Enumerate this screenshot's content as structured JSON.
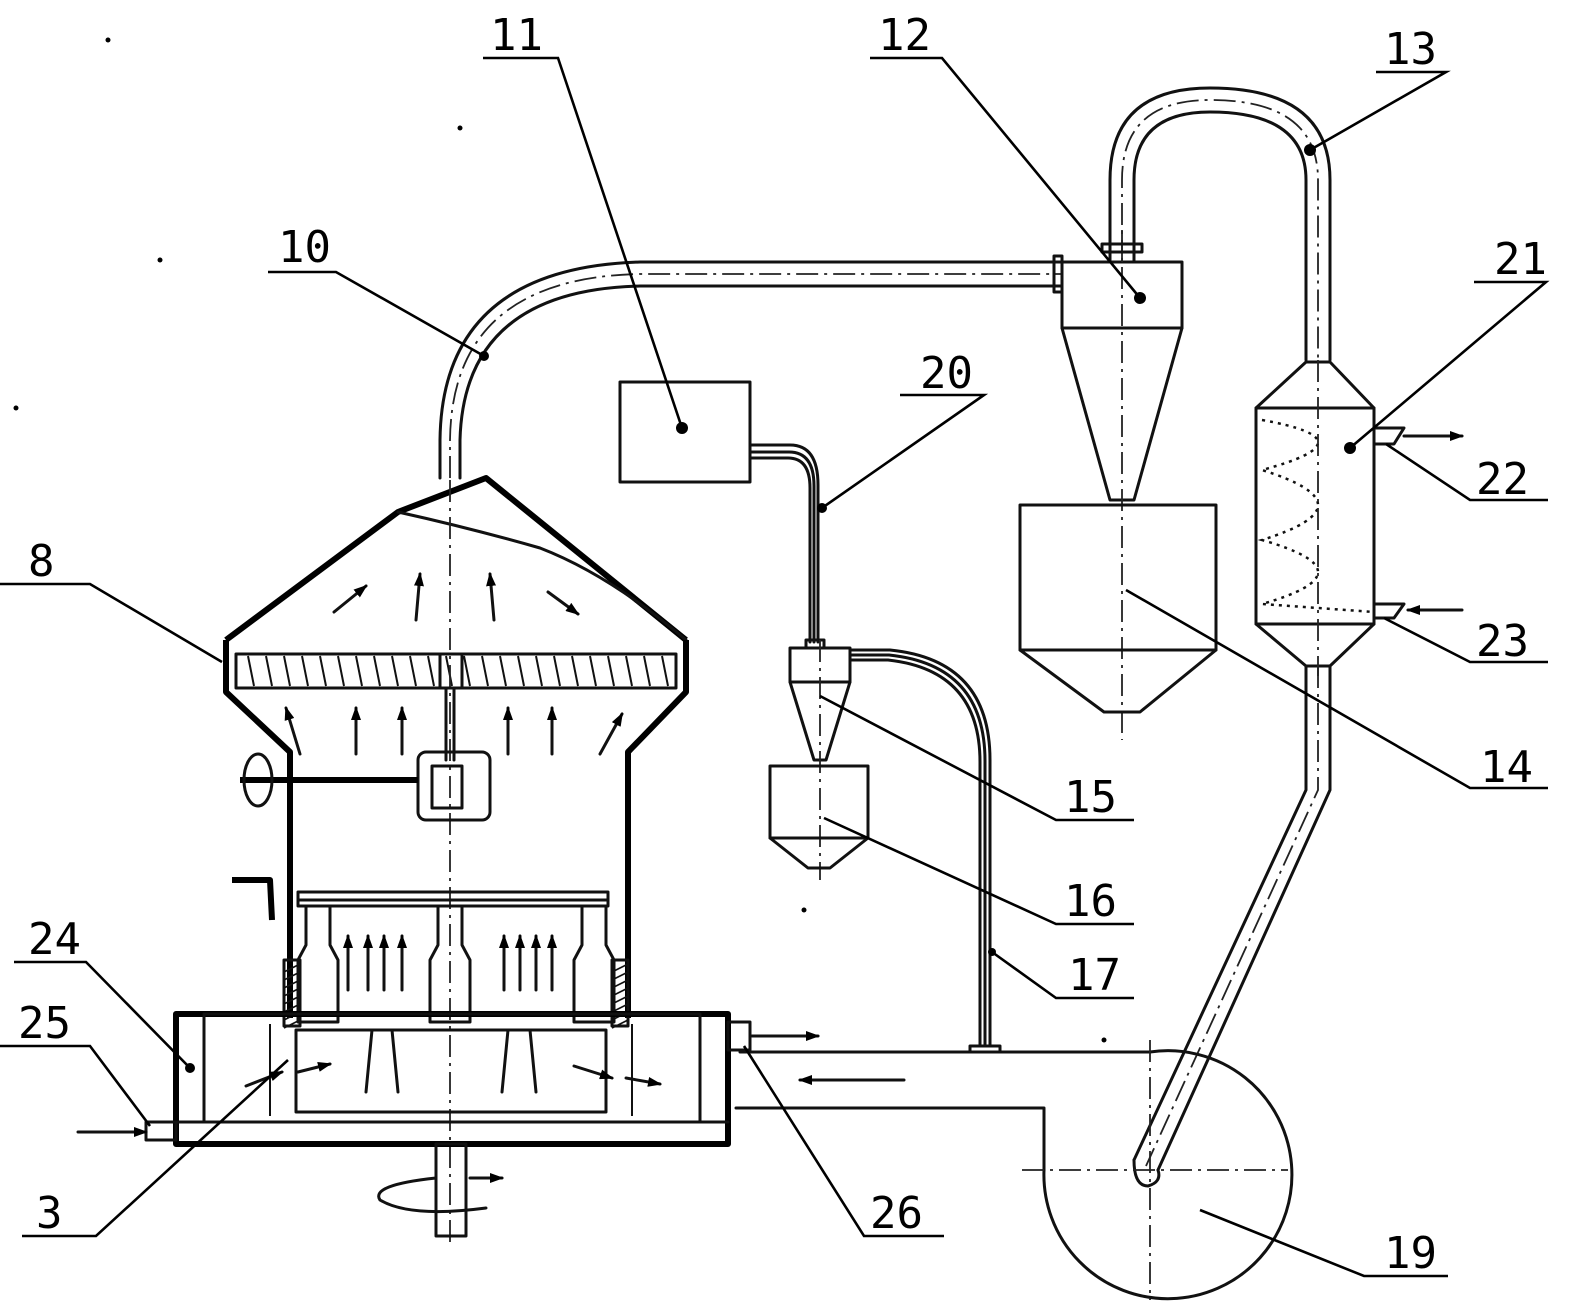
{
  "diagram": {
    "labels": [
      {
        "key": "3",
        "text": "3"
      },
      {
        "key": "8",
        "text": "8"
      },
      {
        "key": "10",
        "text": "10"
      },
      {
        "key": "11",
        "text": "11"
      },
      {
        "key": "12",
        "text": "12"
      },
      {
        "key": "13",
        "text": "13"
      },
      {
        "key": "14",
        "text": "14"
      },
      {
        "key": "15",
        "text": "15"
      },
      {
        "key": "16",
        "text": "16"
      },
      {
        "key": "17",
        "text": "17"
      },
      {
        "key": "19",
        "text": "19"
      },
      {
        "key": "20",
        "text": "20"
      },
      {
        "key": "21",
        "text": "21"
      },
      {
        "key": "22",
        "text": "22"
      },
      {
        "key": "23",
        "text": "23"
      },
      {
        "key": "24",
        "text": "24"
      },
      {
        "key": "25",
        "text": "25"
      },
      {
        "key": "26",
        "text": "26"
      }
    ]
  }
}
